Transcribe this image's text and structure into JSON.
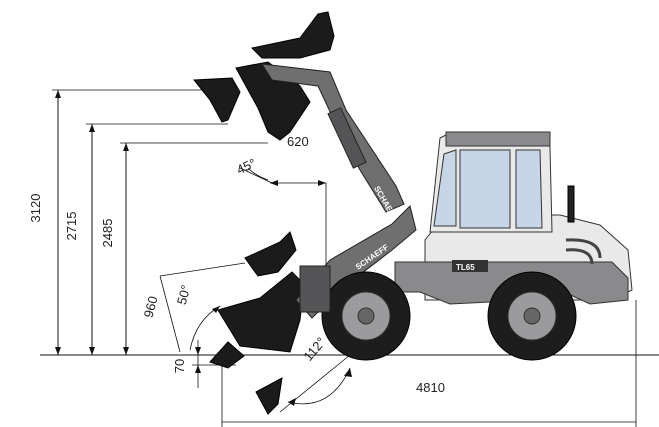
{
  "dimensions": {
    "max_pivot_height": "3120",
    "dump_height": "2715",
    "clearance_height": "2485",
    "reach": "620",
    "dump_angle": "45°",
    "rollback_angle": "50°",
    "rollback_height": "960",
    "dig_depth": "70",
    "rollback_ground_angle": "112°",
    "overall_length": "4810"
  },
  "branding": {
    "arm_brand": "SCHAEFF",
    "lift_brand": "SCHAEFF",
    "model": "TL65"
  },
  "colors": {
    "machine_gray": "#6f6f70",
    "cab_white": "#e9e9ea",
    "bucket_black": "#1b1b1b",
    "accent_red": "#c8102e"
  }
}
